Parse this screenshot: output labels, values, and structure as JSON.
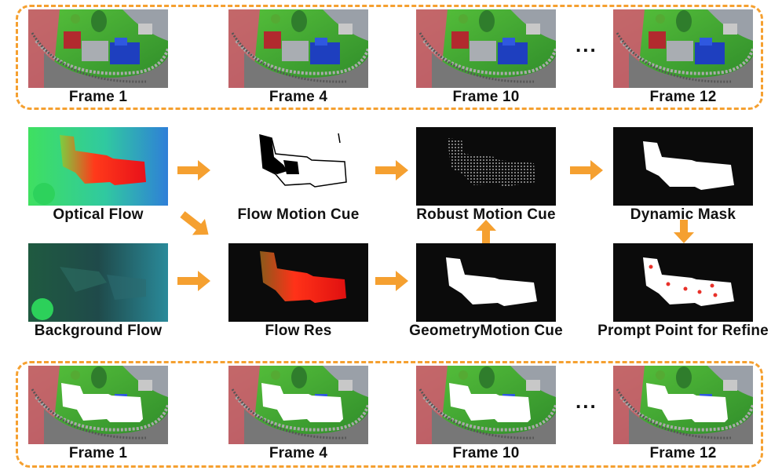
{
  "top_row": {
    "frames": [
      {
        "label": "Frame 1"
      },
      {
        "label": "Frame 4"
      },
      {
        "label": "Frame 10"
      },
      {
        "label": "Frame 12"
      }
    ],
    "ellipsis": "..."
  },
  "pipeline": {
    "optical_flow": "Optical Flow",
    "flow_motion_cue": "Flow Motion Cue",
    "robust_motion_cue": "Robust Motion Cue",
    "dynamic_mask": "Dynamic Mask",
    "background_flow": "Background Flow",
    "flow_res": "Flow Res",
    "geometry_motion_cue": "GeometryMotion Cue",
    "prompt_point": "Prompt Point for Refine"
  },
  "bottom_row": {
    "frames": [
      {
        "label": "Frame 1"
      },
      {
        "label": "Frame 4"
      },
      {
        "label": "Frame 10"
      },
      {
        "label": "Frame 12"
      }
    ],
    "ellipsis": "..."
  },
  "colors": {
    "accent": "#f5a030",
    "mask": "#ffffff",
    "panel_dark": "#0b0b0b",
    "prompt_point": "#e8312a"
  }
}
